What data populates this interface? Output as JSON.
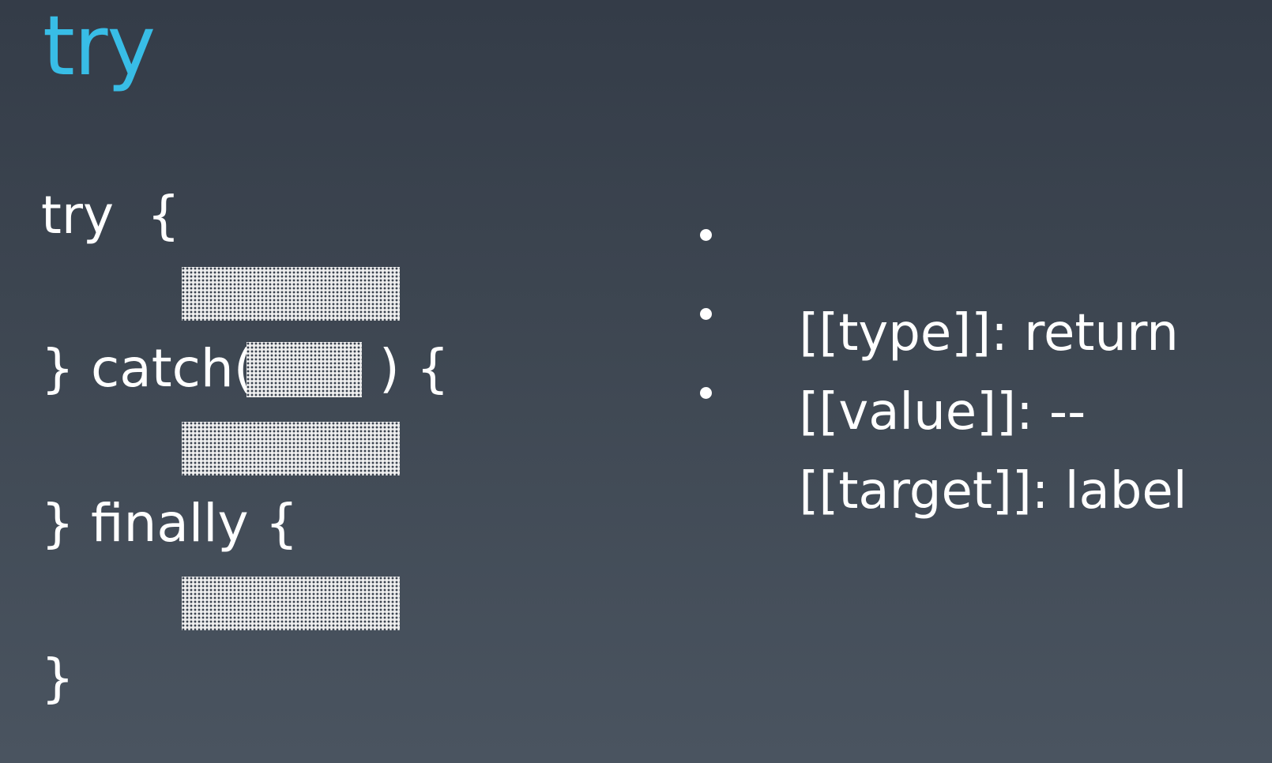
{
  "slide": {
    "title": "try"
  },
  "code": {
    "line_try": "try  {",
    "line_catch_prefix": "} catch(",
    "line_catch_suffix": ") {",
    "line_finally": "} finally {",
    "line_close": "}"
  },
  "bullets": [
    {
      "text": "[[type]]: return"
    },
    {
      "text": "[[value]]: --"
    },
    {
      "text": "[[target]]: label"
    }
  ],
  "colors": {
    "title": "#38bde6",
    "text": "#ffffff",
    "background_top": "#343c48",
    "background_bottom": "#4a5460"
  }
}
